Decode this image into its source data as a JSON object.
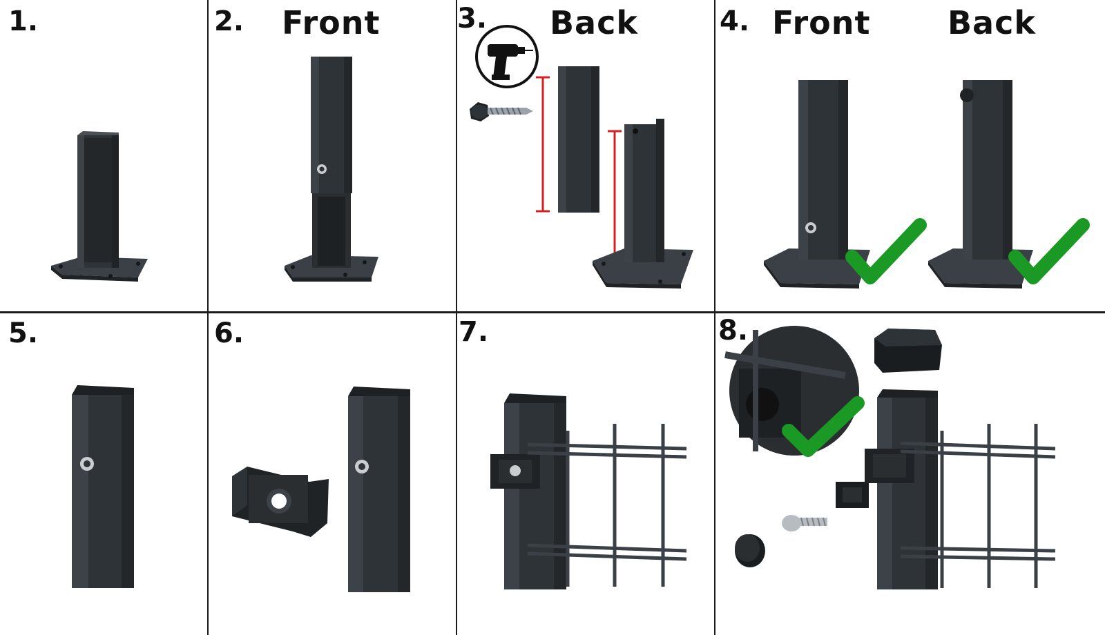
{
  "steps": [
    {
      "number": "1.",
      "labels": []
    },
    {
      "number": "2.",
      "labels": [
        "Front"
      ]
    },
    {
      "number": "3.",
      "labels": [
        "Back"
      ]
    },
    {
      "number": "4.",
      "labels": [
        "Front",
        "Back"
      ]
    },
    {
      "number": "5.",
      "labels": []
    },
    {
      "number": "6.",
      "labels": []
    },
    {
      "number": "7.",
      "labels": []
    },
    {
      "number": "8.",
      "labels": []
    }
  ],
  "icons": {
    "step3": [
      "drill-icon",
      "screw-icon",
      "measure-bracket-icon"
    ],
    "step4": [
      "check-icon",
      "check-icon"
    ],
    "step8": [
      "check-icon",
      "post-cap-icon",
      "screw-icon",
      "round-cap-icon",
      "clip-icon"
    ]
  },
  "colors": {
    "post": "#2e3337",
    "post_light": "#41474c",
    "post_dark": "#1f2326",
    "check": "#1a9a24",
    "measure": "#d42020",
    "grid_line": "#1a1a1a"
  }
}
